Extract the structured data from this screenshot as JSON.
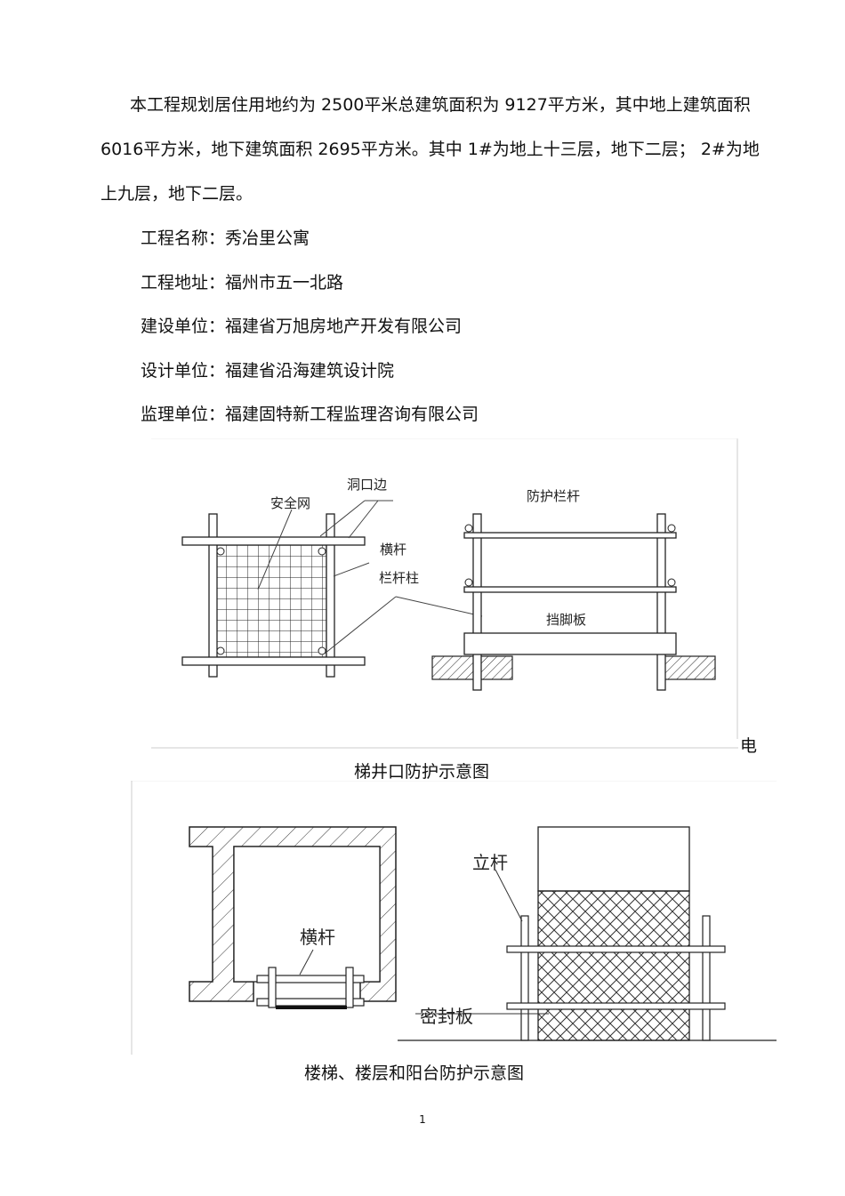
{
  "intro": {
    "text": "本工程规划居住用地约为 2500平米总建筑面积为 9127平方米，其中地上建筑面积 6016平方米，地下建筑面积 2695平方米。其中 1#为地上十三层，地下二层； 2#为地上九层，地下二层。"
  },
  "info_rows": [
    {
      "label": "工程名称：",
      "value": "秀冶里公寓"
    },
    {
      "label": "工程地址：",
      "value": "福州市五一北路"
    },
    {
      "label": "建设单位：",
      "value": "福建省万旭房地产开发有限公司"
    },
    {
      "label": "设计单位：",
      "value": "福建省沿海建筑设计院"
    },
    {
      "label": "监理单位：",
      "value": "福建固特新工程监理咨询有限公司"
    }
  ],
  "figure1": {
    "labels": {
      "safety_net": "安全网",
      "opening_edge": "洞口边",
      "crossbar": "横杆",
      "railing_post": "栏杆柱",
      "guard_rail": "防护栏杆",
      "toe_board": "挡脚板"
    },
    "trailing_char": "电",
    "caption": "梯井口防护示意图"
  },
  "figure2": {
    "labels": {
      "upright": "立杆",
      "crossbar": "横杆",
      "seal_board": "密封板"
    },
    "caption": "楼梯、楼层和阳台防护示意图"
  },
  "page_number": "1"
}
